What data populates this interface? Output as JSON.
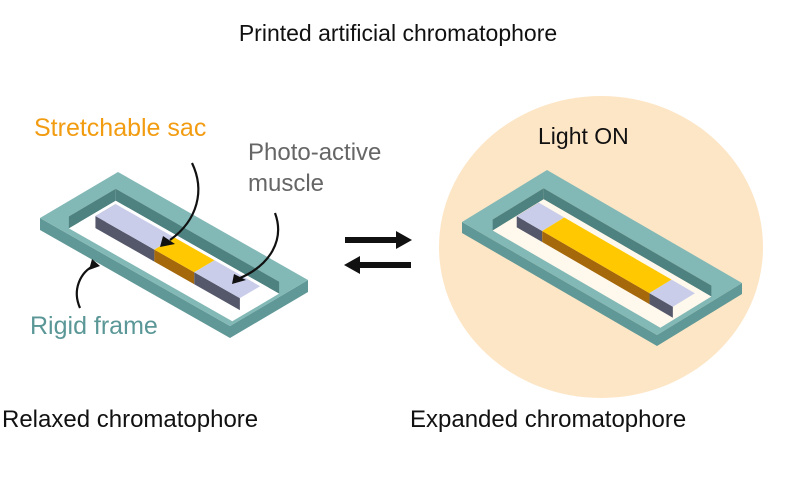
{
  "title": "Printed artificial chromatophore",
  "labels": {
    "sac": "Stretchable sac",
    "muscle_line1": "Photo-active",
    "muscle_line2": "muscle",
    "frame": "Rigid frame",
    "light": "Light ON",
    "relaxed": "Relaxed chromatophore",
    "expanded": "Expanded chromatophore"
  },
  "colors": {
    "sac_text": "#f29c12",
    "muscle_text": "#666666",
    "frame_text": "#5b9797",
    "frame_top": "#82b8b6",
    "frame_side": "#5f9896",
    "frame_inner": "#4d8280",
    "muscle_top": "#c9cdea",
    "muscle_side": "#55586a",
    "sac_top": "#ffc800",
    "sac_side": "#a5680a",
    "glow": "#fde6c6"
  }
}
